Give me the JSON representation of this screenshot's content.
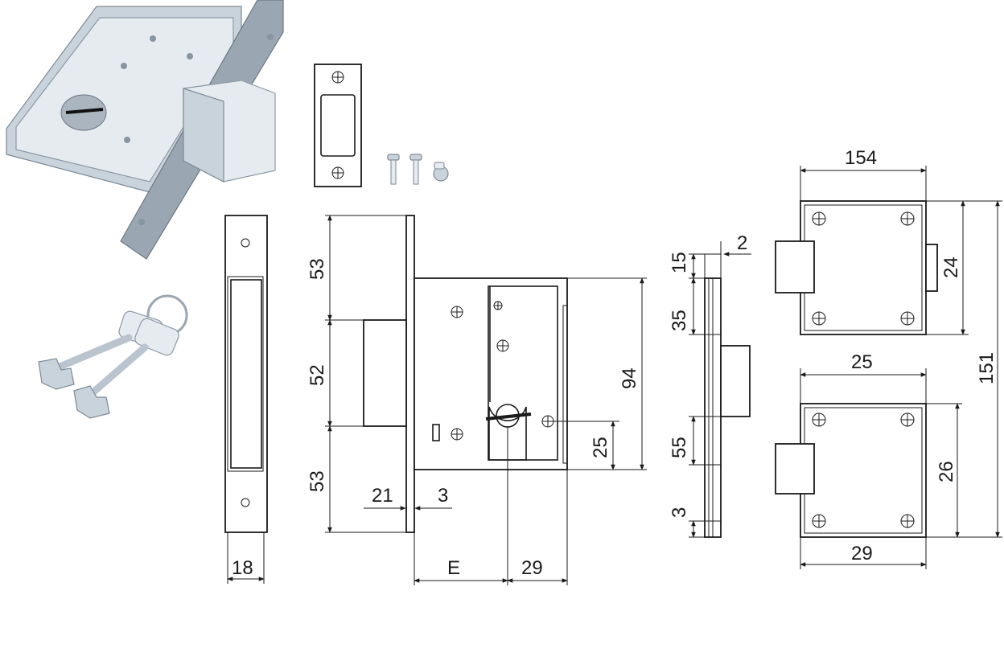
{
  "dimensions": {
    "strike_plate_width": "18",
    "bolt_top": "53",
    "bolt_middle": "52",
    "bolt_bottom": "53",
    "bolt_offset": "21",
    "faceplate_thickness": "3",
    "case_height": "94",
    "key_to_bottom": "25",
    "backset": "E",
    "key_to_back": "29",
    "side_top": "15",
    "side_faceplate": "2",
    "side_upper": "35",
    "side_lower": "55",
    "side_bottom": "3",
    "rose_top_width": "154",
    "rose_top_height": "24",
    "rose_bottom_top": "25",
    "rose_bottom_height": "26",
    "rose_bottom_width": "29",
    "overall_height": "151"
  },
  "colors": {
    "line": "#1a1a1a",
    "metal": "#c9d3dc"
  }
}
